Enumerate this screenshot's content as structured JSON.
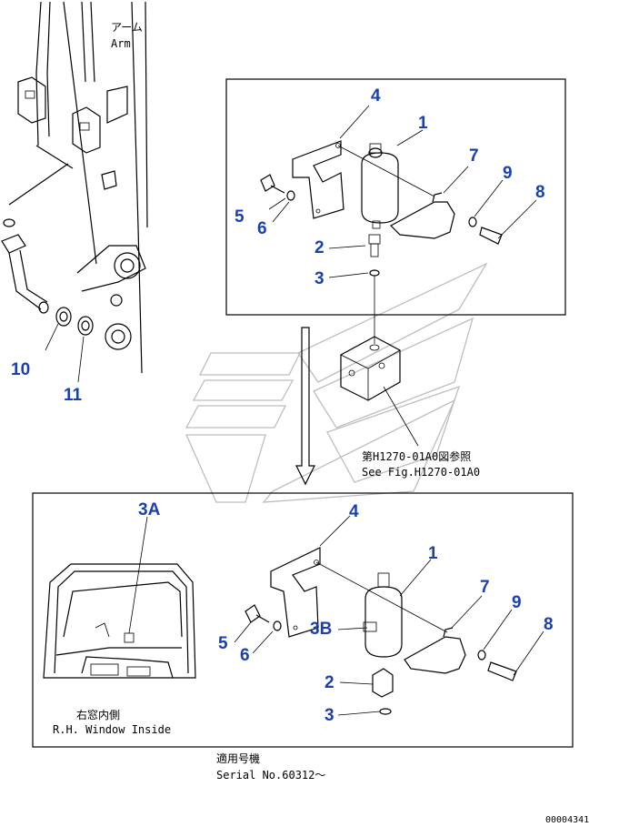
{
  "arm_label": {
    "jp": "アーム",
    "en": "Arm"
  },
  "top_callouts": {
    "c1": "1",
    "c2": "2",
    "c3": "3",
    "c4": "4",
    "c5": "5",
    "c6": "6",
    "c7": "7",
    "c8": "8",
    "c9": "9"
  },
  "left_callouts": {
    "c10": "10",
    "c11": "11"
  },
  "reference": {
    "jp": "第H1270-01A0図参照",
    "en": "See Fig.H1270-01A0"
  },
  "bottom_callouts": {
    "c1": "1",
    "c2": "2",
    "c3": "3",
    "c3a": "3A",
    "c3b": "3B",
    "c4": "4",
    "c5": "5",
    "c6": "6",
    "c7": "7",
    "c8": "8",
    "c9": "9"
  },
  "window_caption": {
    "jp": "右窓内側",
    "en": "R.H. Window Inside"
  },
  "serial": {
    "jp": "適用号機",
    "en": "Serial No.60312～"
  },
  "page_code": "00004341",
  "colors": {
    "callout": "#1a3fb0",
    "line": "#000000",
    "watermark": "#bdbdbd"
  }
}
